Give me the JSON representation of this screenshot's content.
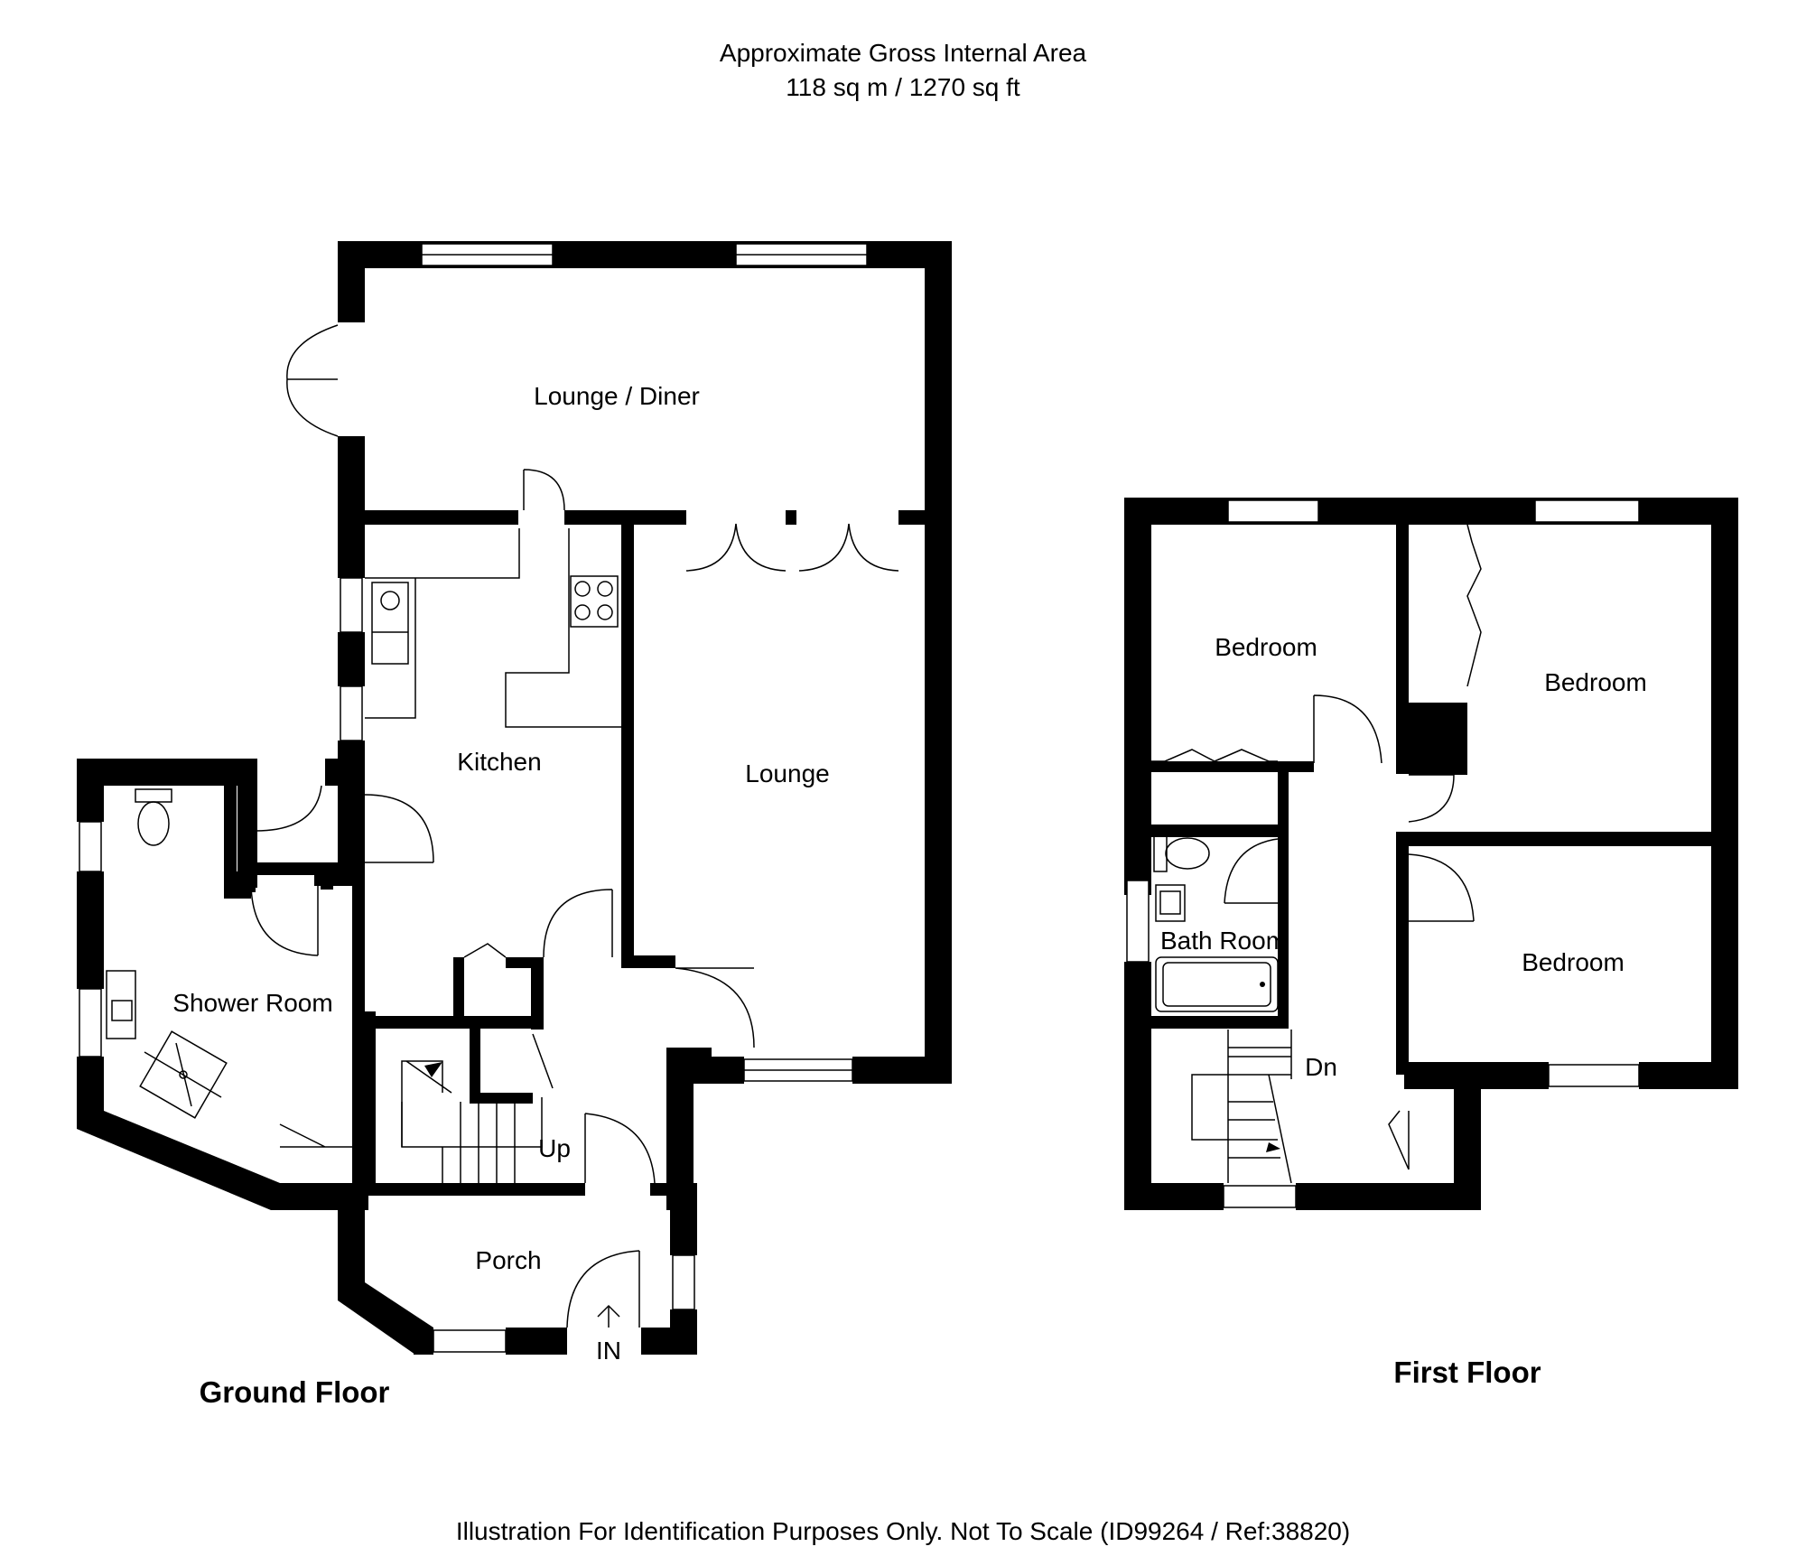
{
  "header": {
    "area_title": "Approximate Gross Internal Area",
    "area_value": "118 sq m / 1270 sq ft"
  },
  "footer": {
    "disclaimer": "Illustration For Identification Purposes Only. Not To Scale (ID99264 / Ref:38820)"
  },
  "ground_floor": {
    "label": "Ground Floor",
    "rooms": {
      "lounge_diner": "Lounge / Diner",
      "kitchen": "Kitchen",
      "lounge": "Lounge",
      "shower_room": "Shower Room",
      "porch": "Porch"
    },
    "stairs_label": "Up",
    "entrance_label": "IN"
  },
  "first_floor": {
    "label": "First Floor",
    "rooms": {
      "bedroom_1": "Bedroom",
      "bedroom_2": "Bedroom",
      "bedroom_3": "Bedroom",
      "bathroom": "Bath Room"
    },
    "stairs_label": "Dn"
  }
}
